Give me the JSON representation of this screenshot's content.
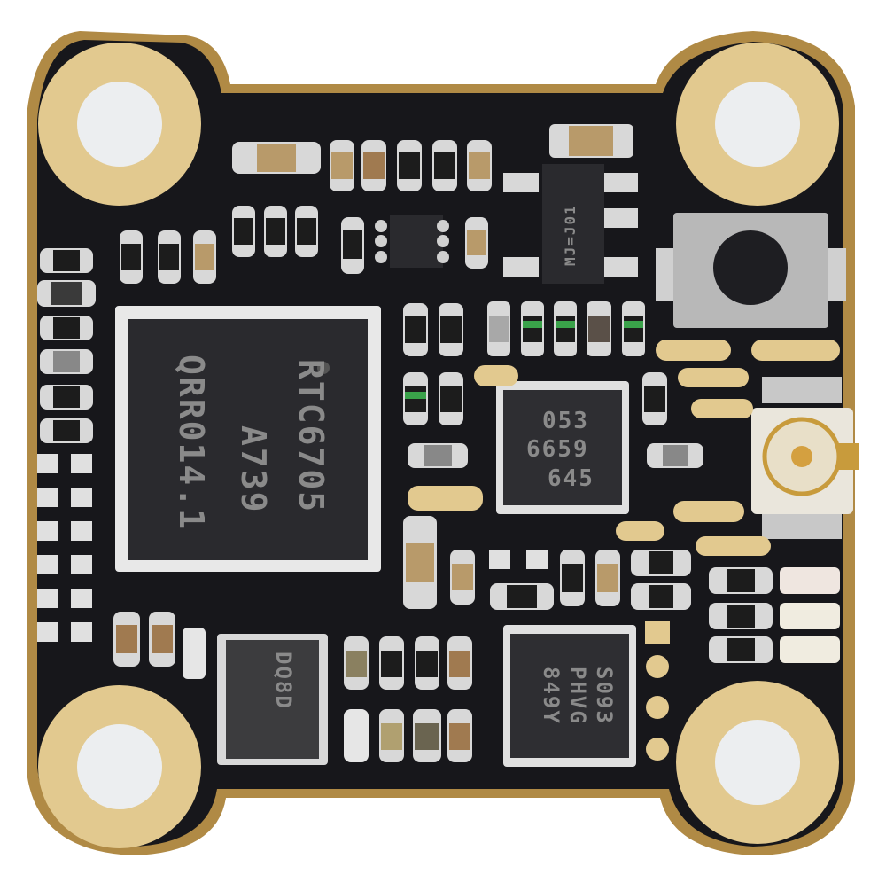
{
  "image": {
    "subject": "FPV video transmitter PCB",
    "background_color": "#ffffff",
    "colors": {
      "solder_mask": "#17171b",
      "gold_pad": "#e2c98f",
      "gold_edge": "#b08a45",
      "hole": "#eceef0",
      "chip_body": "#2a2a2e",
      "chip_text": "#8a8a8a",
      "pin_silver": "#d8d8d8",
      "cap_tan": "#b89a6a",
      "resistor_black": "#1c1c1c",
      "band_green": "#3aa24a",
      "switch_metal": "#b8b8b8",
      "connector_white": "#eae6dc"
    }
  },
  "components": {
    "main_ic": {
      "name": "RF transmitter IC",
      "lines": [
        "RTC6705",
        "A739",
        "QRR014.1"
      ]
    },
    "mid_ic": {
      "name": "QFN chip",
      "lines": [
        "053",
        "6659",
        "645"
      ]
    },
    "bottom_ic": {
      "name": "QFN chip",
      "lines": [
        "S093",
        "PHVG",
        "849Y"
      ]
    },
    "regulator": {
      "name": "SOT regulator",
      "lines": [
        "MJ=J01"
      ]
    },
    "inductor": {
      "name": "power inductor",
      "lines": [
        "DQ8D"
      ]
    },
    "push_button": {
      "name": "tactile switch"
    },
    "antenna_connector": {
      "name": "U.FL / IPEX connector"
    },
    "mounting_holes": 4,
    "solder_pads_bottom": 4,
    "led_count": 3
  }
}
